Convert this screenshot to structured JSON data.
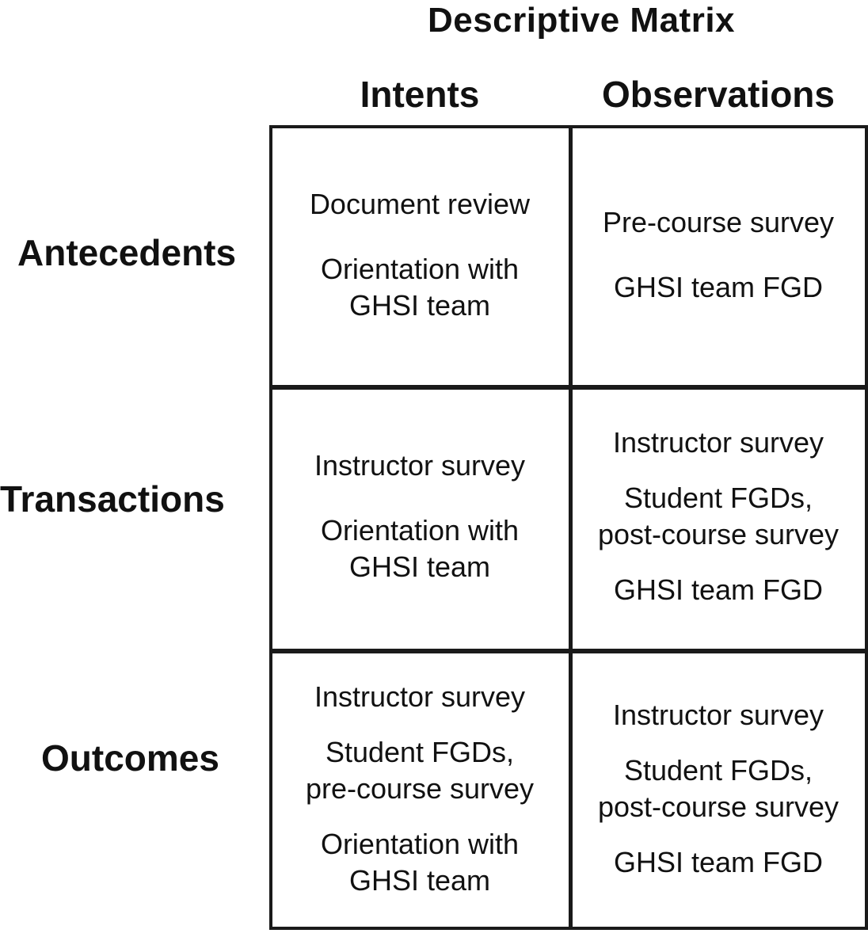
{
  "title": "Descriptive Matrix",
  "columns": [
    "Intents",
    "Observations"
  ],
  "rows": [
    {
      "label": "Antecedents",
      "intents": [
        [
          "Document review"
        ],
        [
          "Orientation with",
          "GHSI team"
        ]
      ],
      "observations": [
        [
          "Pre-course survey"
        ],
        [
          "GHSI team FGD"
        ]
      ]
    },
    {
      "label": "Transactions",
      "intents": [
        [
          "Instructor survey"
        ],
        [
          "Orientation with",
          "GHSI team"
        ]
      ],
      "observations": [
        [
          "Instructor survey"
        ],
        [
          "Student FGDs,",
          "post-course survey"
        ],
        [
          "GHSI team FGD"
        ]
      ]
    },
    {
      "label": "Outcomes",
      "intents": [
        [
          "Instructor survey"
        ],
        [
          "Student FGDs,",
          "pre-course survey"
        ],
        [
          "Orientation with",
          "GHSI team"
        ]
      ],
      "observations": [
        [
          "Instructor survey"
        ],
        [
          "Student FGDs,",
          "post-course survey"
        ],
        [
          "GHSI team FGD"
        ]
      ]
    }
  ]
}
